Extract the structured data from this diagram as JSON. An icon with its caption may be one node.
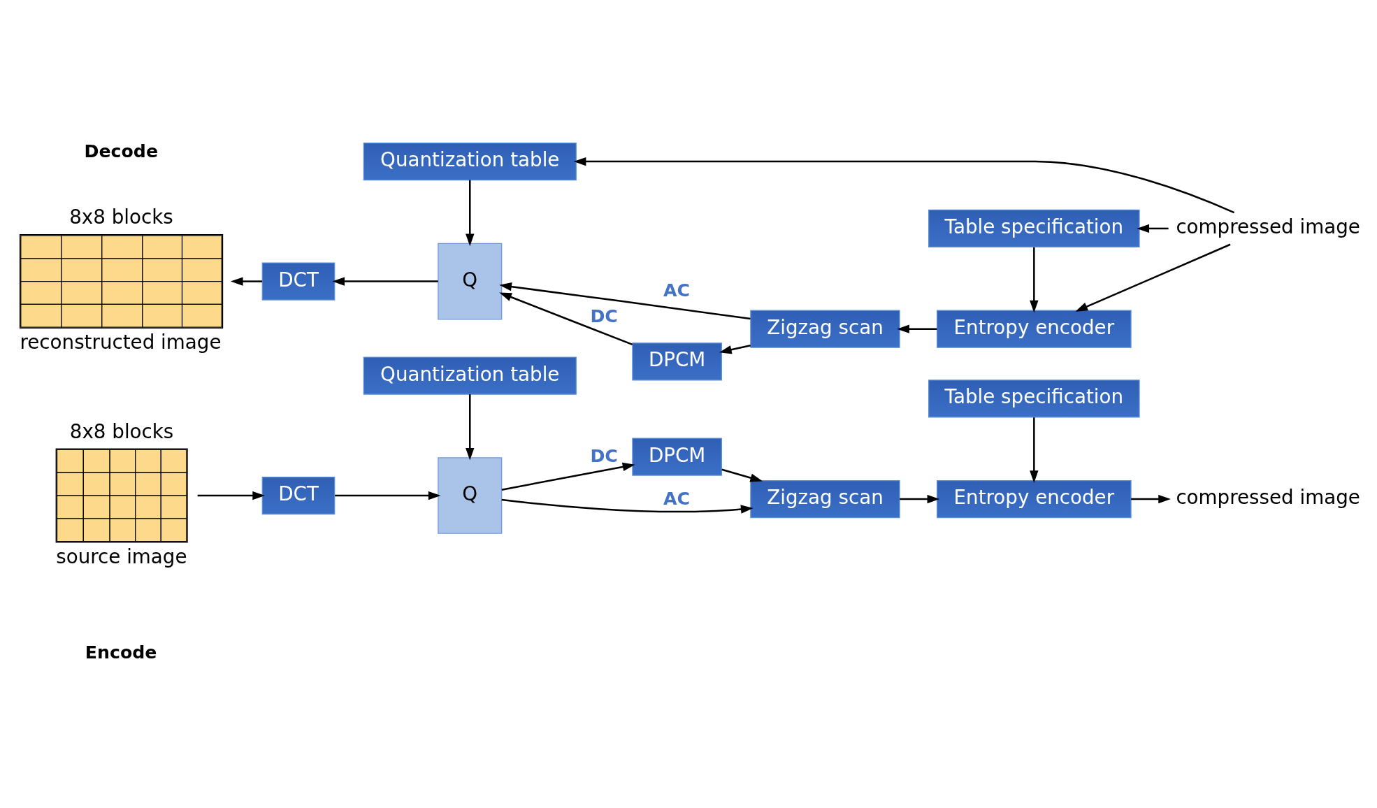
{
  "diagram": {
    "nodes": [
      {
        "text": [
          "8x8 blocks",
          "source image"
        ]
      },
      {
        "text": [
          "DCT"
        ]
      },
      {
        "text": [
          "Q"
        ]
      },
      {
        "text": [
          "DPCM"
        ]
      },
      {
        "text": [
          "Zigzag scan"
        ]
      },
      {
        "text": [
          "Entropy encoder"
        ]
      },
      {
        "text": [
          "Quantization table"
        ]
      },
      {
        "text": [
          "Table specification"
        ]
      },
      {
        "text": [
          "compressed image"
        ]
      },
      {
        "text": [
          "compressed image"
        ]
      },
      {
        "text": [
          "Entropy encoder"
        ]
      },
      {
        "text": [
          "Zigzag scan"
        ]
      },
      {
        "text": [
          "DPCM"
        ]
      },
      {
        "text": [
          "Q"
        ]
      },
      {
        "text": [
          "DCT"
        ]
      },
      {
        "text": [
          "8x8 blocks",
          "reconstructed image"
        ]
      },
      {
        "text": [
          "Quantization table"
        ]
      },
      {
        "text": [
          "Table specification"
        ]
      }
    ],
    "edges": [
      {
        "from": 0,
        "to": 1,
        "arrow": "to"
      },
      {
        "from": 1,
        "to": 2,
        "arrow": "to"
      },
      {
        "from": 2,
        "to": 3,
        "arrow": "to",
        "label": "DC"
      },
      {
        "from": 2,
        "to": 4,
        "arrow": "to",
        "label": "AC"
      },
      {
        "from": 3,
        "to": 4,
        "arrow": "to"
      },
      {
        "from": 4,
        "to": 5,
        "arrow": "to"
      },
      {
        "from": 5,
        "to": 8,
        "arrow": "to"
      },
      {
        "from": 6,
        "to": 2,
        "arrow": "to"
      },
      {
        "from": 7,
        "to": 5,
        "arrow": "to"
      },
      {
        "from": 9,
        "to": 10,
        "arrow": "to"
      },
      {
        "from": 10,
        "to": 11,
        "arrow": "to"
      },
      {
        "from": 11,
        "to": 12,
        "arrow": "to"
      },
      {
        "from": 11,
        "to": 13,
        "arrow": "to",
        "label": "AC"
      },
      {
        "from": 12,
        "to": 13,
        "arrow": "to",
        "label": "DC"
      },
      {
        "from": 13,
        "to": 14,
        "arrow": "to"
      },
      {
        "from": 14,
        "to": 15,
        "arrow": "to"
      },
      {
        "from": 16,
        "to": 13,
        "arrow": "to"
      },
      {
        "from": 17,
        "to": 10,
        "arrow": "to"
      },
      {
        "from": 9,
        "to": 16,
        "arrow": "to"
      },
      {
        "from": 9,
        "to": 17,
        "arrow": "to"
      }
    ],
    "labels": [
      "Encode",
      "Decode"
    ]
  }
}
